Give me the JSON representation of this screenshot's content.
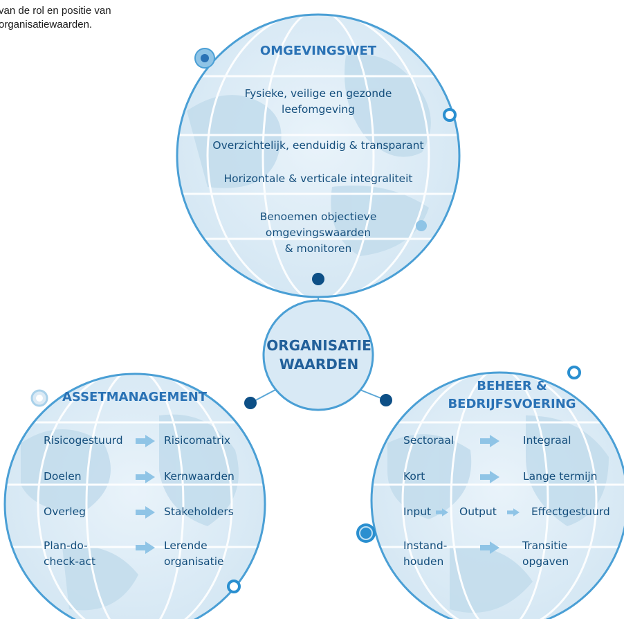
{
  "caption": {
    "line1": "van de rol en positie van",
    "line2": "organisatiewaarden."
  },
  "colors": {
    "globe_fill": "#dcebf6",
    "globe_stroke": "#4a9fd5",
    "globe_land": "#c4dded",
    "node_dark": "#0d4f86",
    "text_dark": "#144e7c",
    "title_blue": "#2a72b5",
    "arrow_light": "#8fc4e6"
  },
  "top_globe": {
    "title": "OMGEVINGSWET",
    "items": [
      [
        "Fysieke, veilige en gezonde",
        "leefomgeving"
      ],
      [
        "Overzichtelijk, eenduidig & transparant"
      ],
      [
        "Horizontale & verticale integraliteit"
      ],
      [
        "Benoemen objectieve",
        "omgevingswaarden",
        "& monitoren"
      ]
    ]
  },
  "center": {
    "line1": "ORGANISATIE",
    "line2": "WAARDEN"
  },
  "left_globe": {
    "title": "ASSETMANAGEMENT",
    "rows": [
      {
        "from": [
          "Risicogestuurd"
        ],
        "to": [
          "Risicomatrix"
        ]
      },
      {
        "from": [
          "Doelen"
        ],
        "to": [
          "Kernwaarden"
        ]
      },
      {
        "from": [
          "Overleg"
        ],
        "to": [
          "Stakeholders"
        ]
      },
      {
        "from": [
          "Plan-do-",
          "check-act"
        ],
        "to": [
          "Lerende",
          "organisatie"
        ]
      }
    ]
  },
  "right_globe": {
    "title_line1": "BEHEER &",
    "title_line2": "BEDRIJFSVOERING",
    "rows": [
      {
        "from": [
          "Sectoraal"
        ],
        "to": [
          "Integraal"
        ]
      },
      {
        "from": [
          "Kort"
        ],
        "to": [
          "Lange termijn"
        ]
      },
      {
        "from": [
          "Input"
        ],
        "middle": "Output",
        "to": [
          "Effectgestuurd"
        ]
      },
      {
        "from": [
          "Instand-",
          "houden"
        ],
        "to": [
          "Transitie",
          "opgaven"
        ]
      }
    ]
  }
}
